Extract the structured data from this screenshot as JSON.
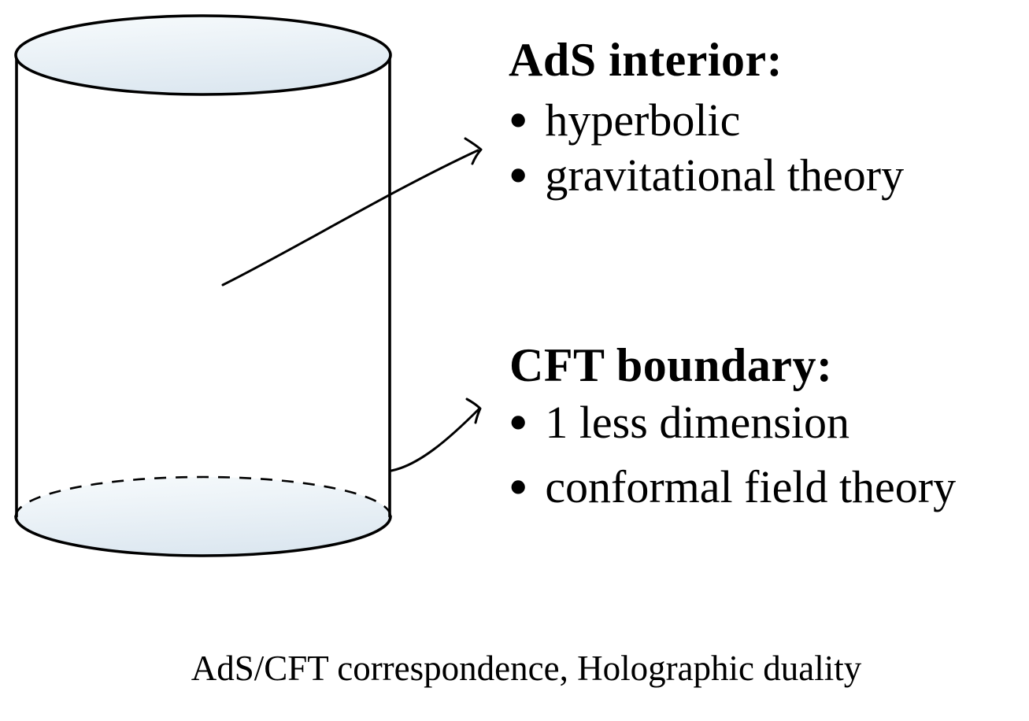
{
  "colors": {
    "background": "#ffffff",
    "ink": "#000000",
    "surface_light": "#f6fafc",
    "surface_shade": "#dce7f0"
  },
  "ads_interior": {
    "title": "AdS interior:",
    "bullet": "•",
    "items": [
      "hyperbolic",
      "gravitational theory"
    ]
  },
  "cft_boundary": {
    "title": "CFT boundary:",
    "bullet": "•",
    "items": [
      "1 less dimension",
      "conformal field theory"
    ]
  },
  "caption": "AdS/CFT correspondence, Holographic duality"
}
